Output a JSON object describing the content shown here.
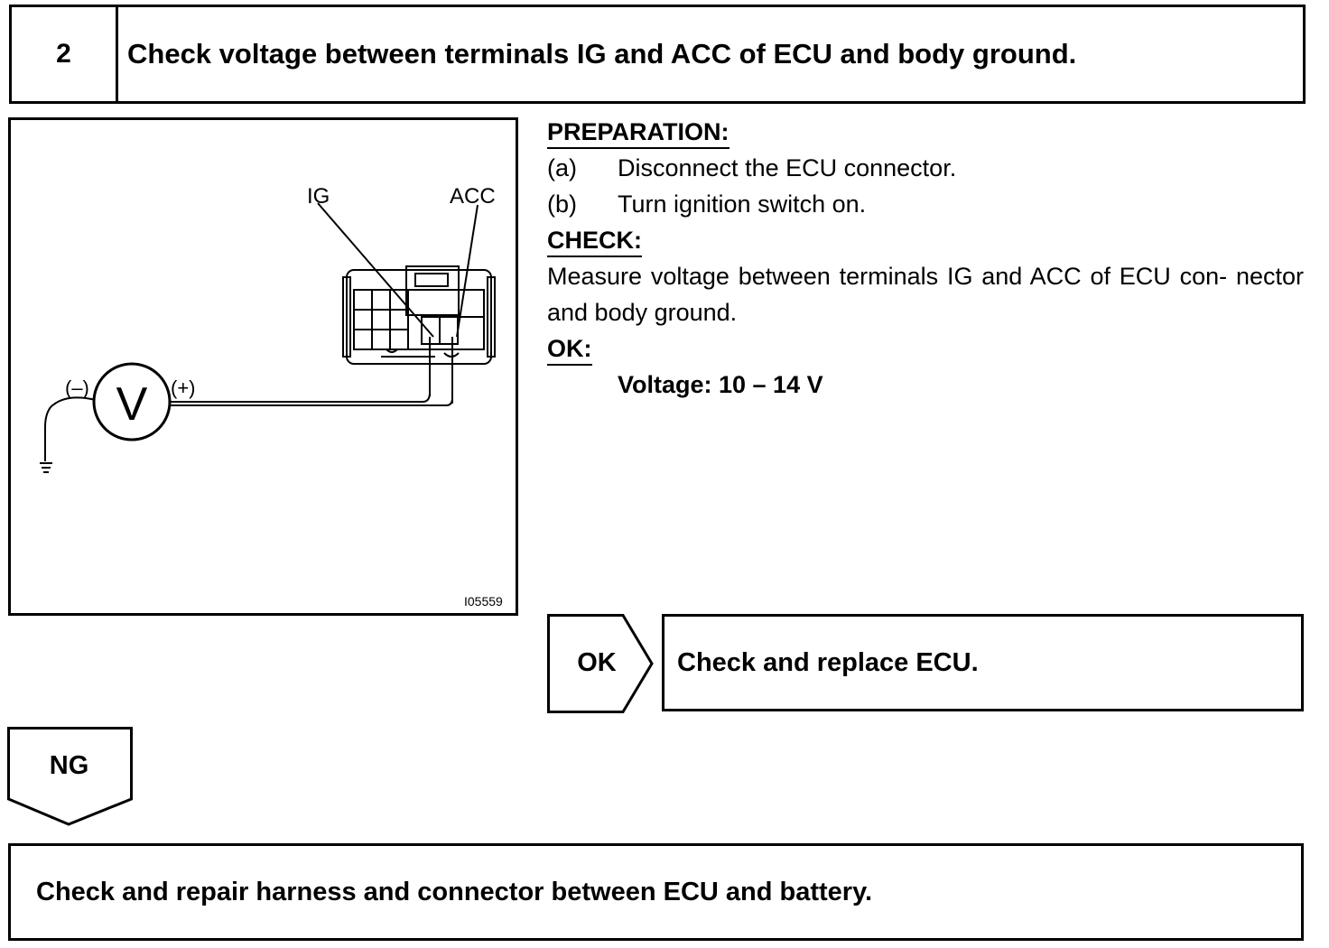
{
  "step": {
    "number": "2",
    "title": "Check voltage between terminals IG and ACC of ECU and body ground."
  },
  "diagram": {
    "labels": {
      "ig": "IG",
      "acc": "ACC",
      "minus": "(–)",
      "plus": "(+)",
      "voltmeter": "V",
      "figure_id": "I05559"
    }
  },
  "instructions": {
    "preparation_heading": "PREPARATION:",
    "preparation_steps": [
      {
        "letter": "(a)",
        "text": "Disconnect the ECU connector."
      },
      {
        "letter": "(b)",
        "text": "Turn ignition switch on."
      }
    ],
    "check_heading": "CHECK:",
    "check_text": "Measure voltage between terminals IG and ACC of ECU con- nector and body ground.",
    "ok_heading": "OK:",
    "ok_spec": "Voltage: 10 – 14 V"
  },
  "ok_branch": {
    "label": "OK",
    "result": "Check and replace ECU."
  },
  "ng_branch": {
    "label": "NG",
    "result": "Check and repair harness and connector between ECU and battery."
  }
}
